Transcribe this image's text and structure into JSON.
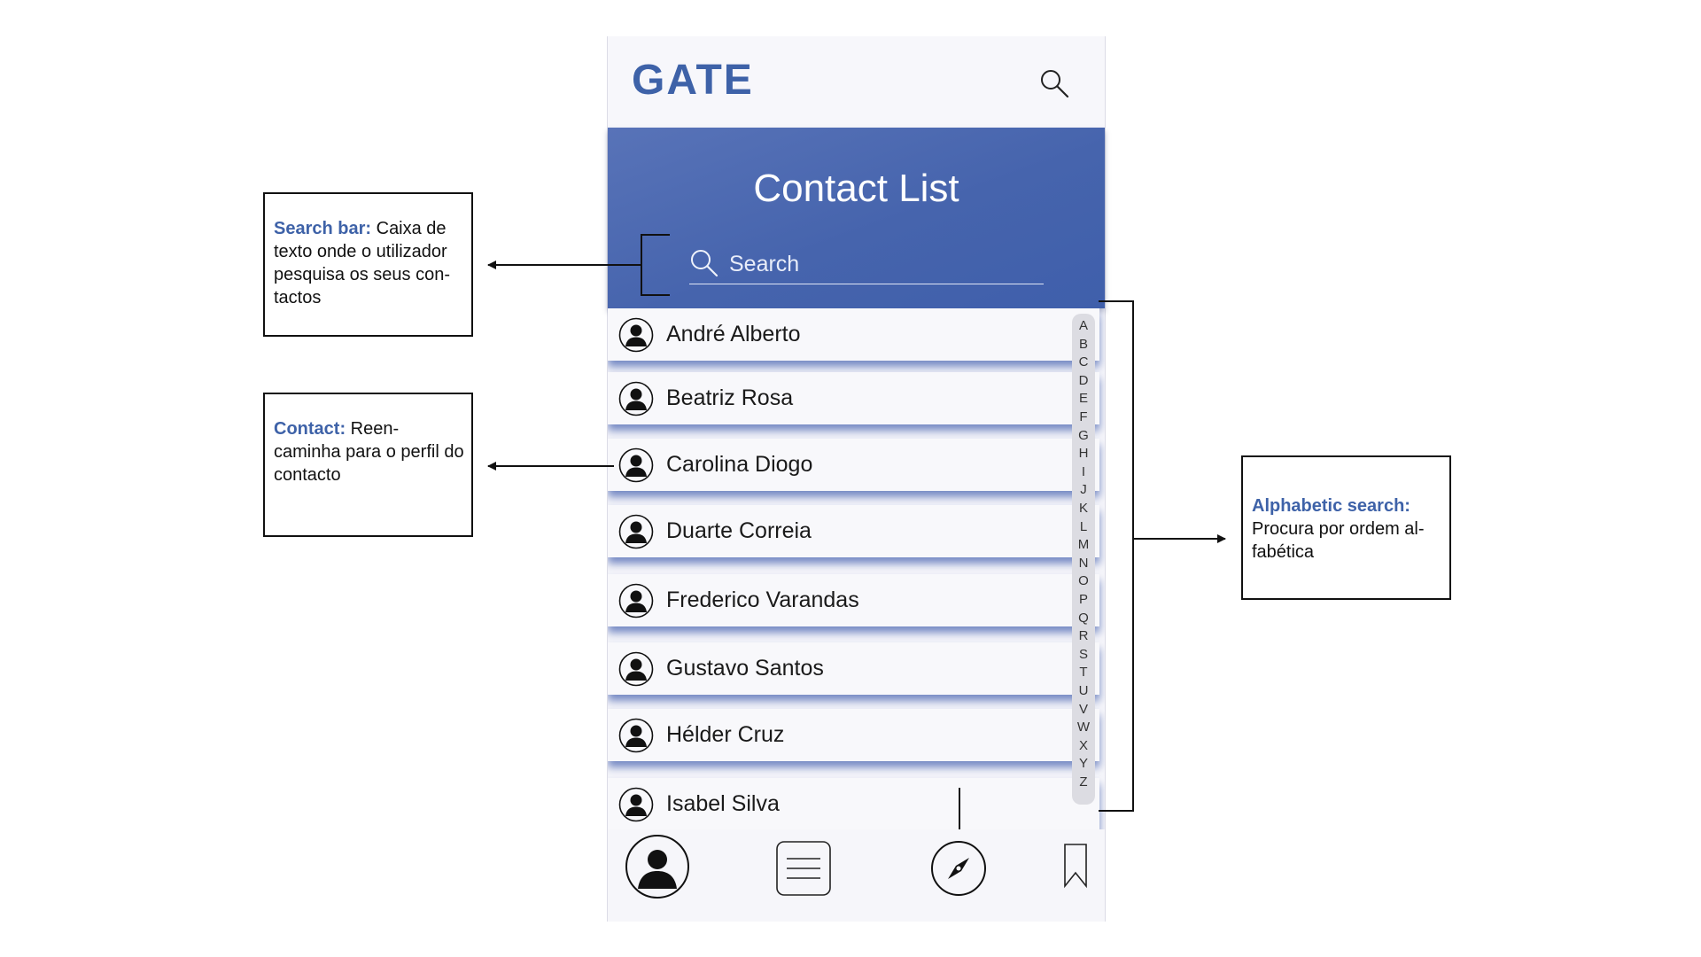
{
  "app": {
    "logo": "GATE",
    "title": "Contact List",
    "search_placeholder": "Search"
  },
  "contacts": [
    "André Alberto",
    "Beatriz Rosa",
    "Carolina Diogo",
    "Duarte Correia",
    "Frederico Varandas",
    "Gustavo Santos",
    "Hélder Cruz",
    "Isabel Silva"
  ],
  "alphabet": [
    "A",
    "B",
    "C",
    "D",
    "E",
    "F",
    "G",
    "H",
    "I",
    "J",
    "K",
    "L",
    "M",
    "N",
    "O",
    "P",
    "Q",
    "R",
    "S",
    "T",
    "U",
    "V",
    "W",
    "X",
    "Y",
    "Z"
  ],
  "bottom_nav": [
    "profile-icon",
    "menu-icon",
    "compass-icon",
    "bookmark-icon"
  ],
  "annotations": {
    "search_bar": {
      "keyword": "Search bar:",
      "text": " Caixa de texto onde o utilizador pesquisa os seus con-tactos"
    },
    "contact": {
      "keyword": "Contact:",
      "text": " Reen-caminha para o perfil do contacto"
    },
    "alphabetic_search": {
      "keyword": "Alphabetic search:",
      "text": "Procura por ordem al-fabética"
    }
  },
  "colors": {
    "accent": "#3e62a8",
    "header_bg": "#4664ad",
    "row_bg": "#f8f8fb"
  }
}
